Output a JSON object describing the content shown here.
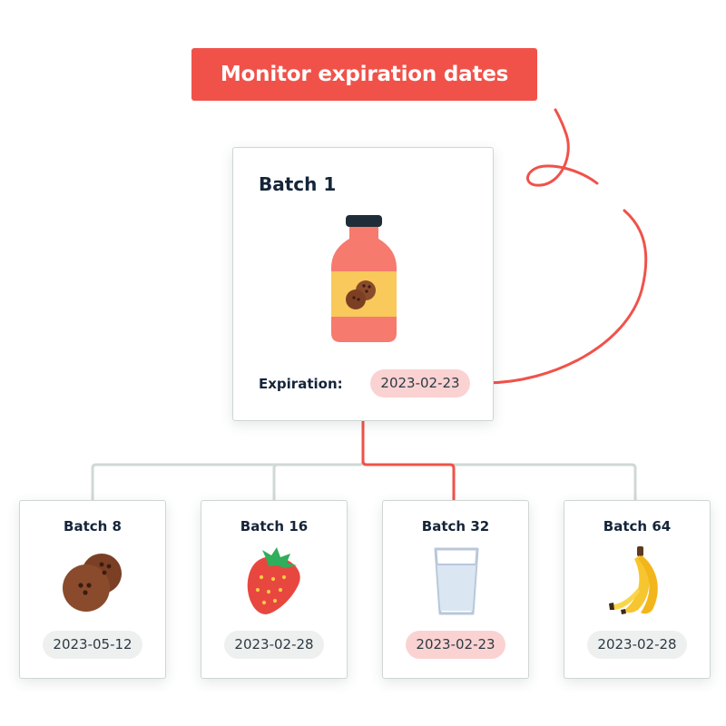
{
  "banner": {
    "label": "Monitor expiration dates"
  },
  "colors": {
    "accent": "#f0524a",
    "connector": "#cfd9d6",
    "alert_pill": "#fbd2d2",
    "neutral_pill": "#eef0ef"
  },
  "main": {
    "title": "Batch 1",
    "icon": "juice-bottle-icon",
    "expiration_label": "Expiration:",
    "expiration_date": "2023-02-23",
    "status": "alert"
  },
  "batches": [
    {
      "title": "Batch 8",
      "icon": "coconut-icon",
      "date": "2023-05-12",
      "status": "neutral"
    },
    {
      "title": "Batch 16",
      "icon": "strawberry-icon",
      "date": "2023-02-28",
      "status": "neutral"
    },
    {
      "title": "Batch 32",
      "icon": "milk-glass-icon",
      "date": "2023-02-23",
      "status": "alert"
    },
    {
      "title": "Batch 64",
      "icon": "banana-icon",
      "date": "2023-02-28",
      "status": "neutral"
    }
  ]
}
